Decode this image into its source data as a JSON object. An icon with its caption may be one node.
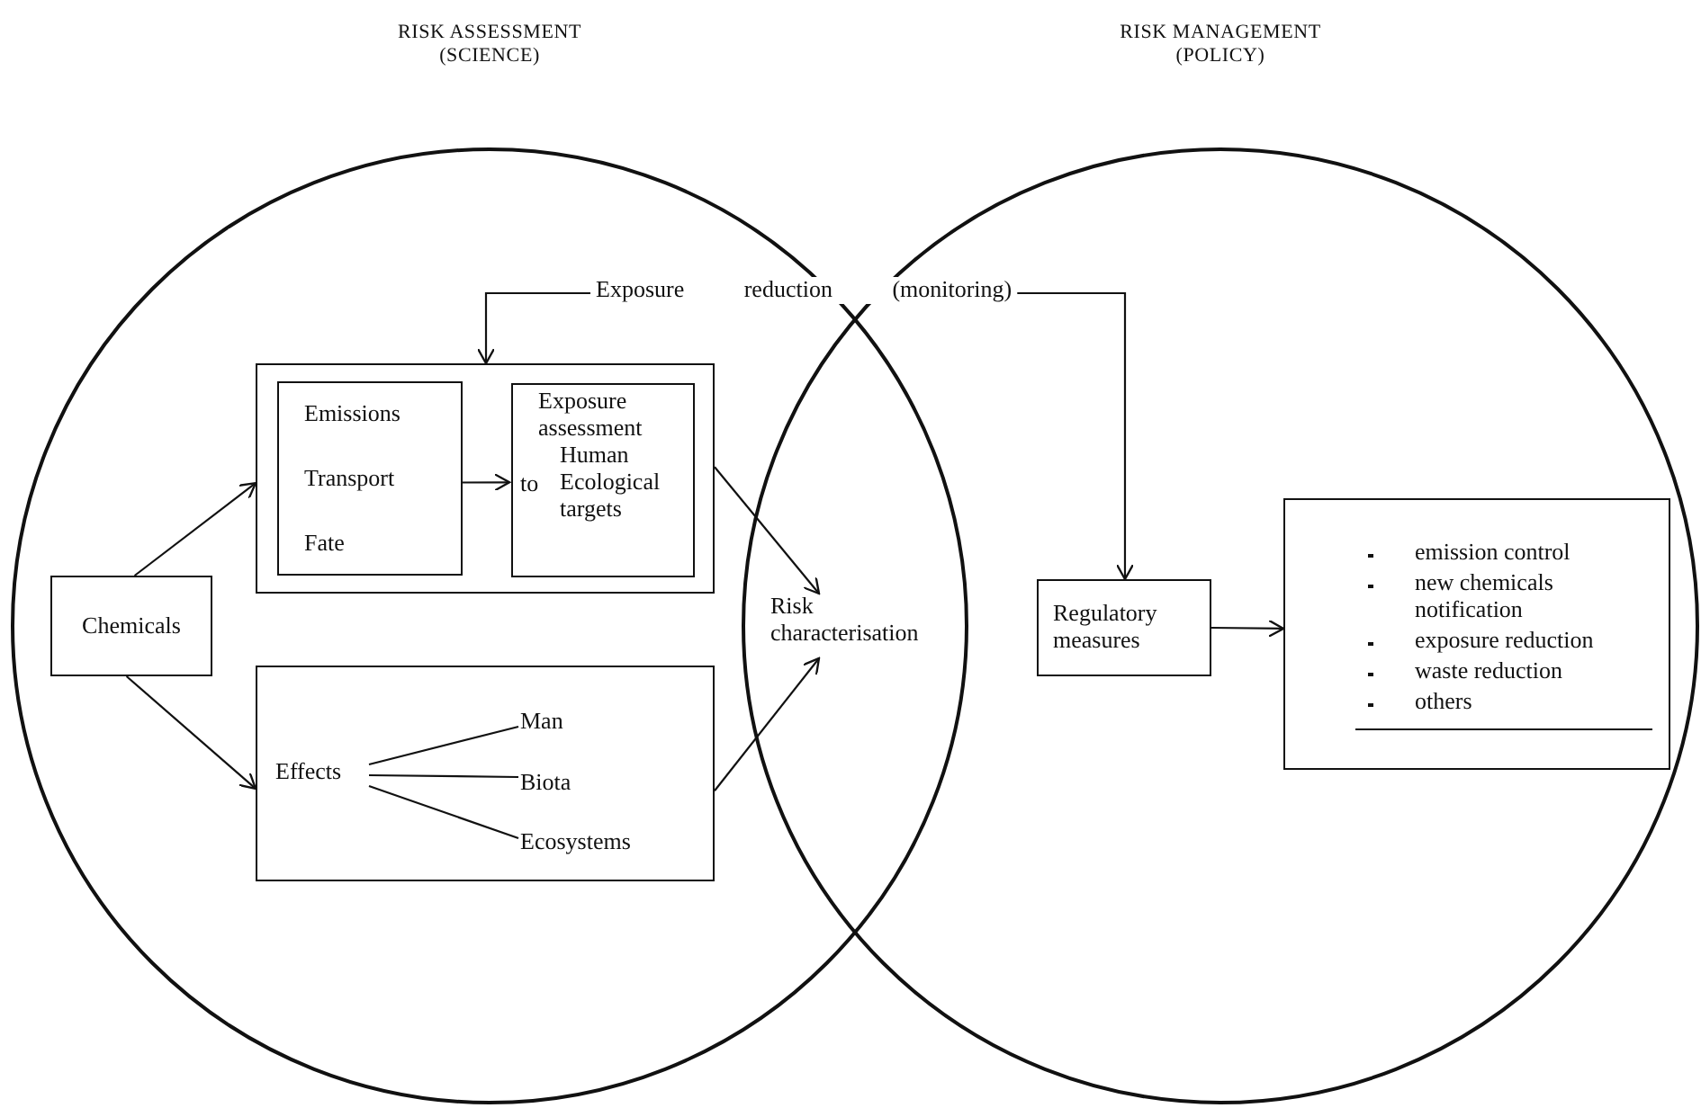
{
  "diagram": {
    "nodes": [
      {
        "text": [
          "RISK ASSESSMENT (SCIENCE)"
        ]
      },
      {
        "text": [
          "RISK MANAGEMENT (POLICY)"
        ]
      },
      {
        "text": [
          "Chemicals"
        ],
        "in": 0
      },
      {
        "text": [],
        "shape": "box",
        "in": 0
      },
      {
        "text": [
          "Emissions",
          "Transport",
          "Fate"
        ],
        "in": 3
      },
      {
        "text": [
          "Exposure assessment",
          "to",
          "Human Ecological targets"
        ],
        "in": 3
      },
      {
        "text": [],
        "shape": "box",
        "in": 0
      },
      {
        "text": [
          "Effects"
        ],
        "in": 6
      },
      {
        "text": [
          "Man"
        ],
        "in": 6
      },
      {
        "text": [
          "Biota"
        ],
        "in": 6
      },
      {
        "text": [
          "Ecosystems"
        ],
        "in": 6
      },
      {
        "text": [
          "Risk characterisation"
        ]
      },
      {
        "text": [
          "Exposure reduction (monitoring)"
        ]
      },
      {
        "text": [
          "Regulatory measures"
        ],
        "in": 1
      },
      {
        "text": [
          "emission control",
          "new chemicals notification",
          "exposure reduction",
          "waste reduction",
          "others"
        ],
        "in": 1
      }
    ],
    "edges": [
      {
        "from": 2,
        "to": 3,
        "arrow": "to"
      },
      {
        "from": 2,
        "to": 6,
        "arrow": "to"
      },
      {
        "from": 4,
        "to": 5,
        "arrow": "to"
      },
      {
        "from": 3,
        "to": 11,
        "arrow": "to"
      },
      {
        "from": 6,
        "to": 11,
        "arrow": "to"
      },
      {
        "from": 12,
        "to": 3,
        "arrow": "to"
      },
      {
        "from": 12,
        "to": 13,
        "arrow": "to"
      },
      {
        "from": 13,
        "to": 14,
        "arrow": "to"
      },
      {
        "from": 7,
        "to": 8,
        "arrow": "none"
      },
      {
        "from": 7,
        "to": 9,
        "arrow": "none"
      },
      {
        "from": 7,
        "to": 10,
        "arrow": "none"
      }
    ]
  }
}
